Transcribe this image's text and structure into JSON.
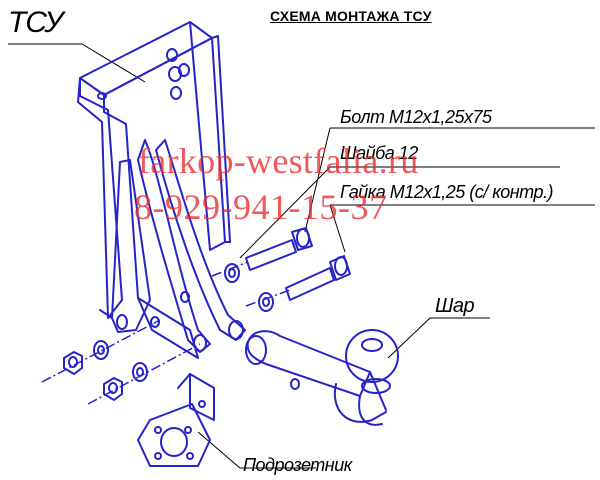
{
  "title": "СХЕМА МОНТАЖА ТСУ",
  "labels": {
    "tsu": "ТСУ",
    "bolt": "Болт М12х1,25х75",
    "washer": "Шайба 12",
    "nut": "Гайка М12х1,25 (с/ контр.)",
    "ball": "Шар",
    "socket_bracket": "Подрозетник"
  },
  "watermark": {
    "site": "farkop-westfalia.ru",
    "phone": "8-929-941-15-37"
  },
  "colors": {
    "part_stroke": "#2424c8",
    "leader_lines": "#000000",
    "watermark": "#ee2a2a",
    "background": "#ffffff"
  }
}
